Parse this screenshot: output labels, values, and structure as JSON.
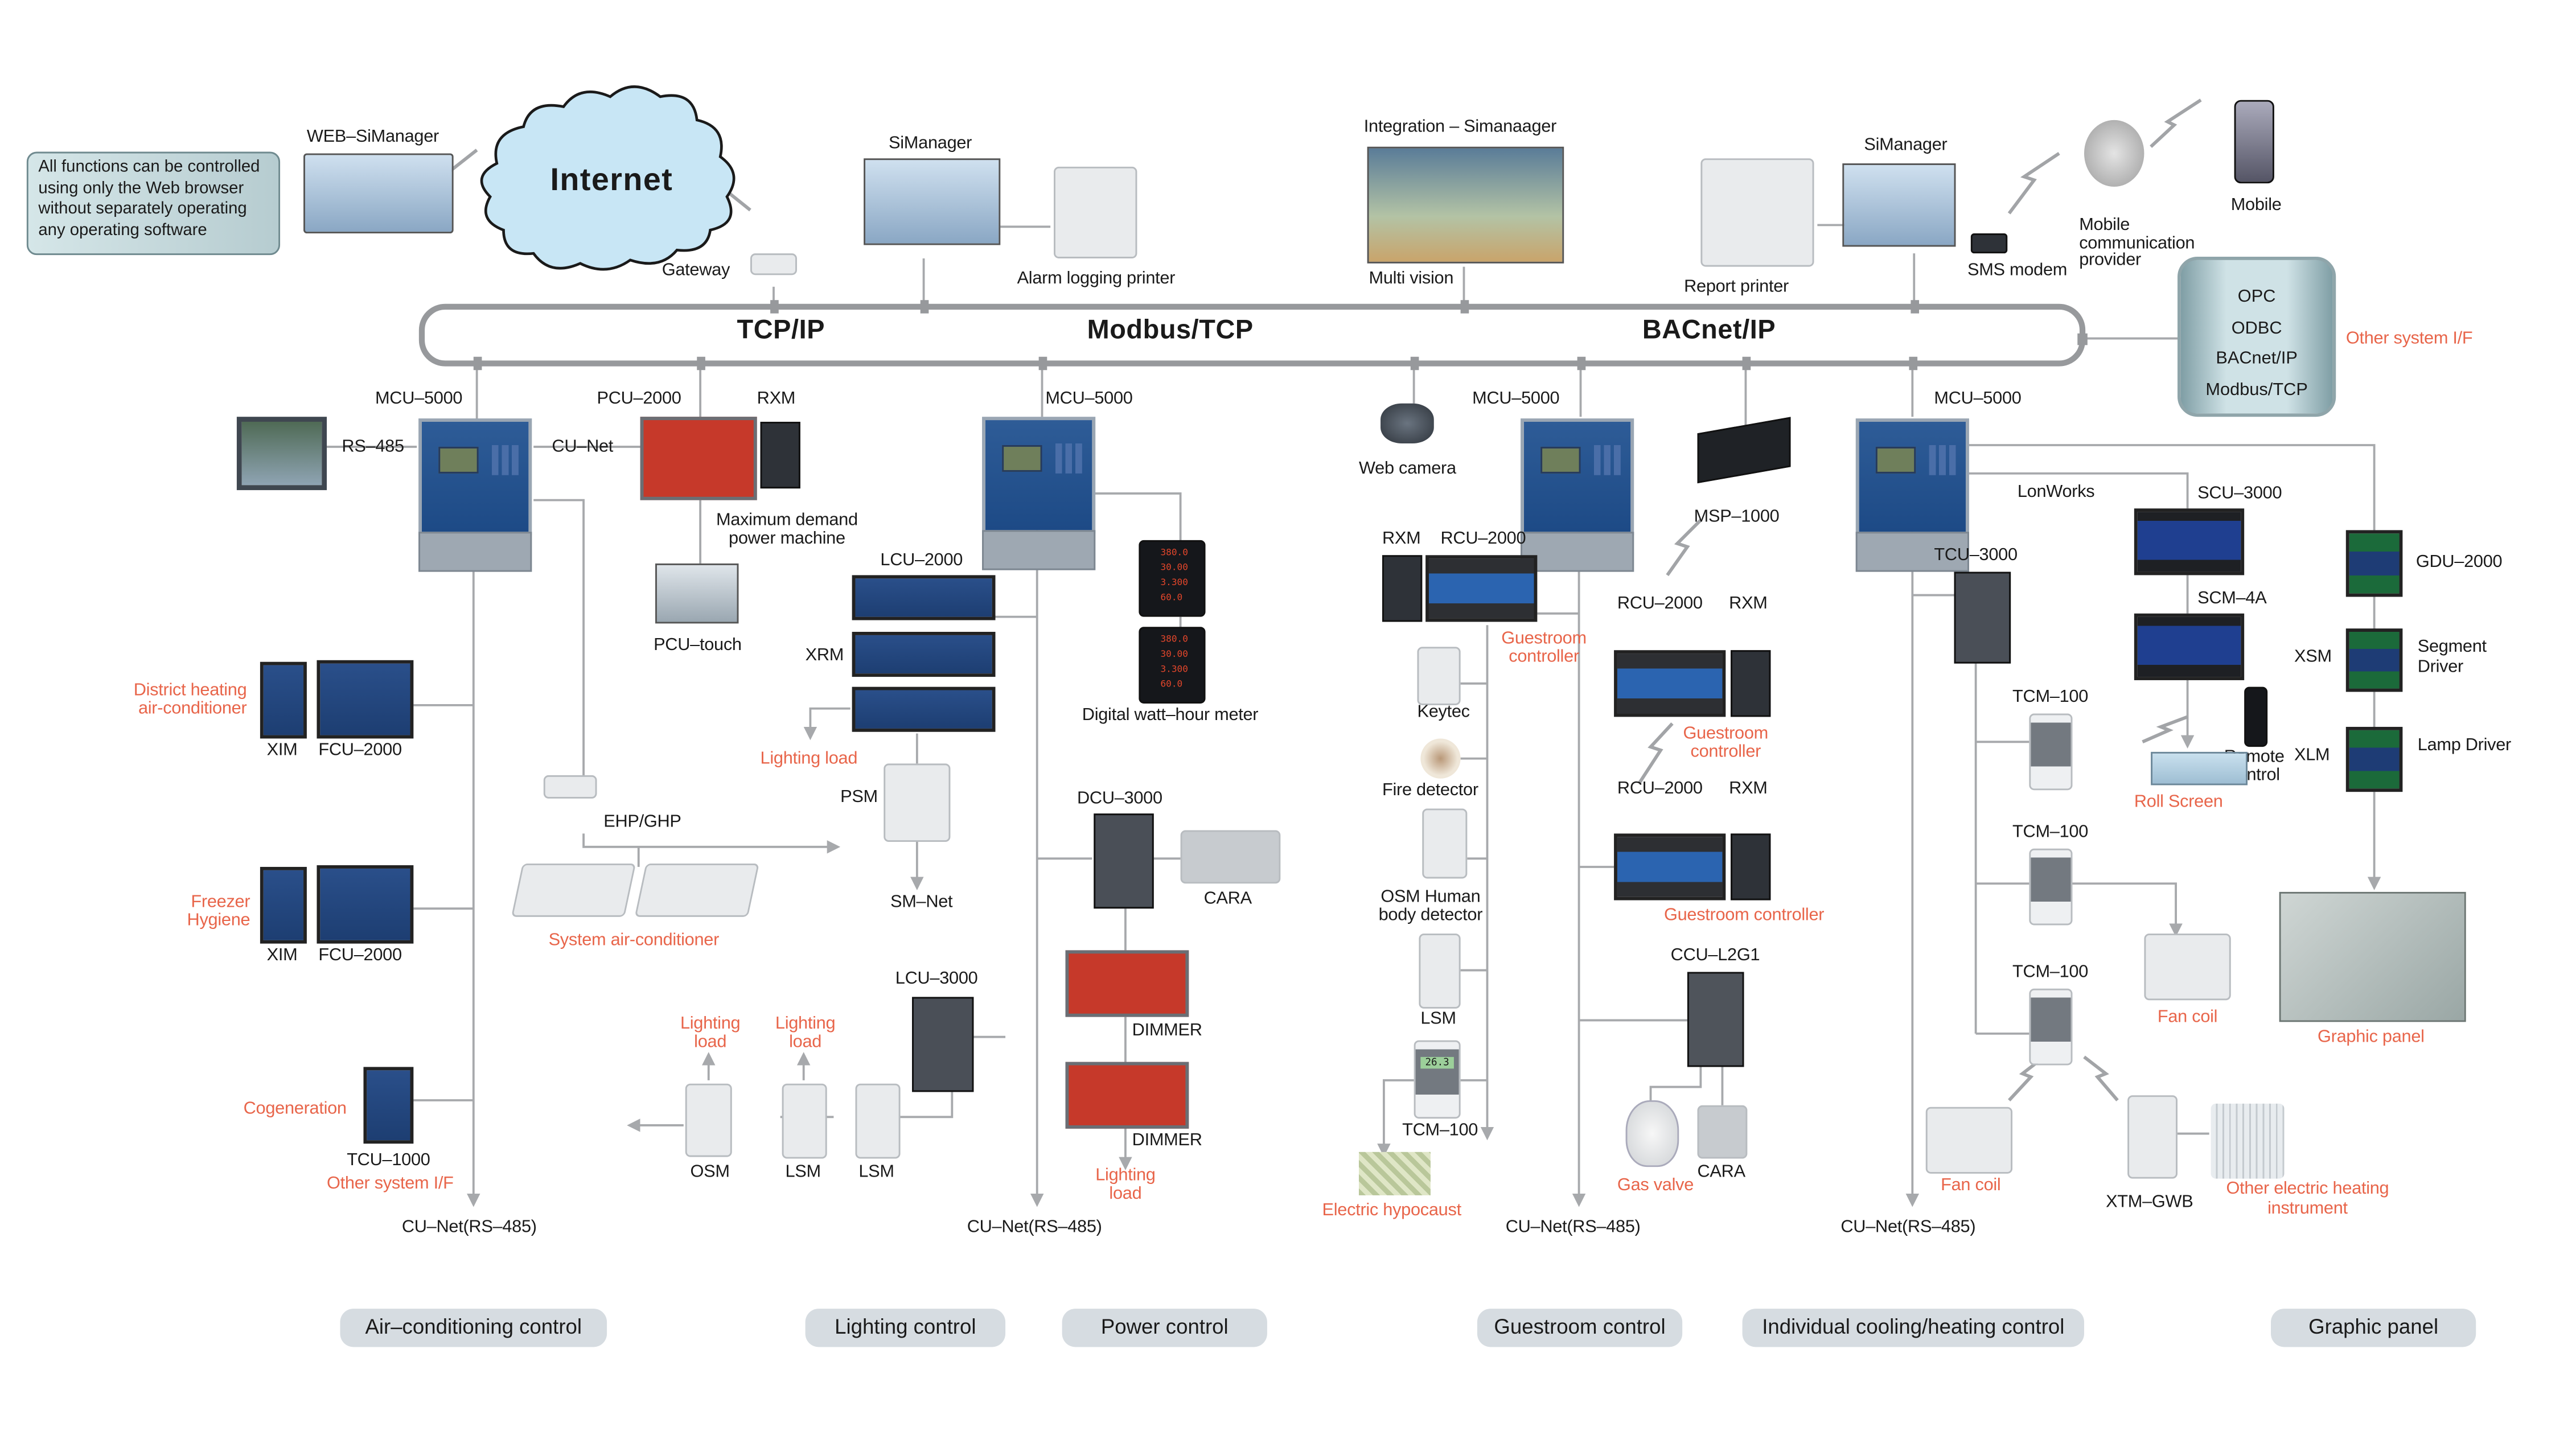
{
  "diagram": {
    "callout": "All functions can be controlled using only the Web browser without separately operating any operating software",
    "cloud_label": "Internet",
    "top_devices": {
      "web_simanager": "WEB–SiManager",
      "gateway": "Gateway",
      "simanager_1": "SiManager",
      "alarm_printer": "Alarm logging printer",
      "integration": "Integration – Simanaager",
      "multi_vision": "Multi vision",
      "report_printer": "Report printer",
      "simanager_2": "SiManager",
      "sms_modem": "SMS modem",
      "mobile_provider": "Mobile communication provider",
      "mobile": "Mobile"
    },
    "bus_protocols": [
      "TCP/IP",
      "Modbus/TCP",
      "BACnet/IP"
    ],
    "other_system_if": {
      "items": [
        "OPC",
        "ODBC",
        "BACnet/IP",
        "Modbus/TCP"
      ],
      "label": "Other system I/F"
    },
    "air_conditioning": {
      "mcu": "MCU–5000",
      "rs485": "RS–485",
      "cunet": "CU–Net",
      "pcu": "PCU–2000",
      "rxm": "RXM",
      "max_demand": "Maximum demand power machine",
      "pcu_touch": "PCU–touch",
      "district_heating": "District heating air-conditioner",
      "xim_1": "XIM",
      "fcu_1": "FCU–2000",
      "freezer": "Freezer Hygiene",
      "xim_2": "XIM",
      "fcu_2": "FCU–2000",
      "ehp_ghp": "EHP/GHP",
      "system_ac": "System air-conditioner",
      "cogeneration": "Cogeneration",
      "tcu1000": "TCU–1000",
      "other_if": "Other system I/F",
      "cunet_rs485": "CU–Net(RS–485)"
    },
    "lighting": {
      "lcu2000": "LCU–2000",
      "xrm": "XRM",
      "lighting_load_1": "Lighting load",
      "psm": "PSM",
      "smnet": "SM–Net",
      "lcu3000": "LCU–3000",
      "lighting_load_2": "Lighting load",
      "lighting_load_3": "Lighting load",
      "osm": "OSM",
      "lsm_1": "LSM",
      "lsm_2": "LSM"
    },
    "power": {
      "mcu": "MCU–5000",
      "watt_meter": "Digital watt–hour meter",
      "meter_readings": [
        "380.0",
        "30.00",
        "3.300",
        "60.0"
      ],
      "dcu3000": "DCU–3000",
      "cara": "CARA",
      "dimmer_1": "DIMMER",
      "dimmer_2": "DIMMER",
      "lighting_load": "Lighting load",
      "cunet_rs485": "CU–Net(RS–485)"
    },
    "guestroom": {
      "web_camera": "Web camera",
      "mcu": "MCU–5000",
      "msp1000": "MSP–1000",
      "rxm_1": "RXM",
      "rcu_1": "RCU–2000",
      "guest_ctrl_1": "Guestroom controller",
      "rcu_2": "RCU–2000",
      "rxm_2": "RXM",
      "guest_ctrl_2": "Guestroom controller",
      "rcu_3": "RCU–2000",
      "rxm_3": "RXM",
      "guest_ctrl_3": "Guestroom controller",
      "keytec": "Keytec",
      "fire_detector": "Fire detector",
      "osm_human": "OSM Human body detector",
      "lsm": "LSM",
      "tcm100": "TCM–100",
      "tcm_display": "26.3",
      "electric_hypocaust": "Electric hypocaust",
      "ccu": "CCU–L2G1",
      "gas_valve": "Gas valve",
      "cara": "CARA",
      "cunet_rs485": "CU–Net(RS–485)"
    },
    "individual": {
      "mcu": "MCU–5000",
      "lonworks": "LonWorks",
      "scu3000": "SCU–3000",
      "scm4a": "SCM–4A",
      "remote": "Remote control",
      "roll_screen": "Roll Screen",
      "tcu3000": "TCU–3000",
      "tcm_1": "TCM–100",
      "tcm_2": "TCM–100",
      "tcm_3": "TCM–100",
      "fan_coil_1": "Fan coil",
      "fan_coil_2": "Fan coil",
      "xtm": "XTM–GWB",
      "other_heating": "Other electric heating instrument",
      "cunet_rs485": "CU–Net(RS–485)"
    },
    "graphic": {
      "gdu": "GDU–2000",
      "xsm": "XSM",
      "segment_driver": "Segment Driver",
      "xlm": "XLM",
      "lamp_driver": "Lamp Driver",
      "graphic_panel": "Graphic panel"
    },
    "section_tags": [
      "Air–conditioning control",
      "Lighting control",
      "Power control",
      "Guestroom control",
      "Individual cooling/heating control",
      "Graphic panel"
    ],
    "colors": {
      "bus": "#97999c",
      "wire": "#a7a9ac",
      "accent_red": "#e8654a",
      "tag_bg": "#d6dce1",
      "cloud": "#c8e6f5"
    }
  }
}
